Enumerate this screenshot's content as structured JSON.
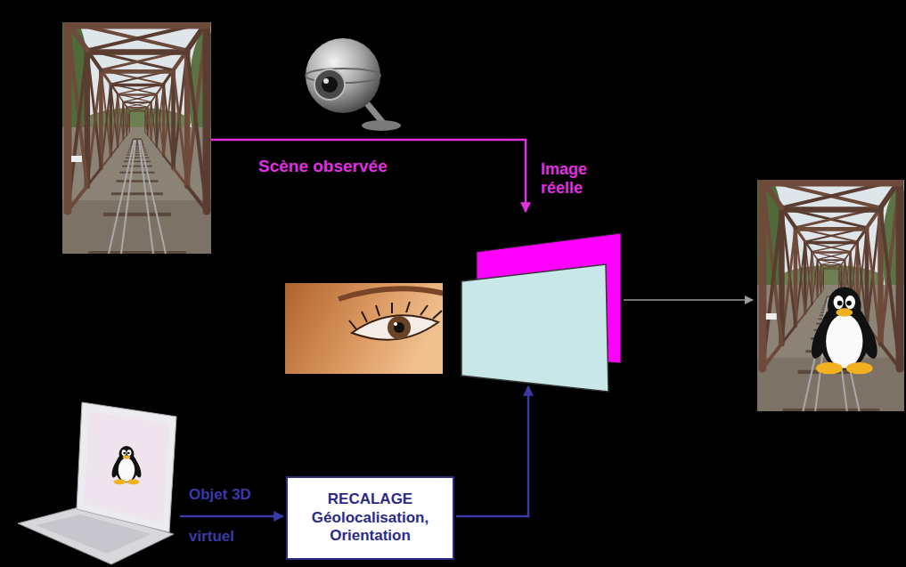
{
  "diagram": {
    "nodes": [
      {
        "text": [
          "RECALAGE",
          "Géolocalisation, Orientation"
        ]
      }
    ],
    "labels": [
      "Scène observée",
      "Image réelle",
      "Objet 3D",
      "virtuel"
    ]
  }
}
